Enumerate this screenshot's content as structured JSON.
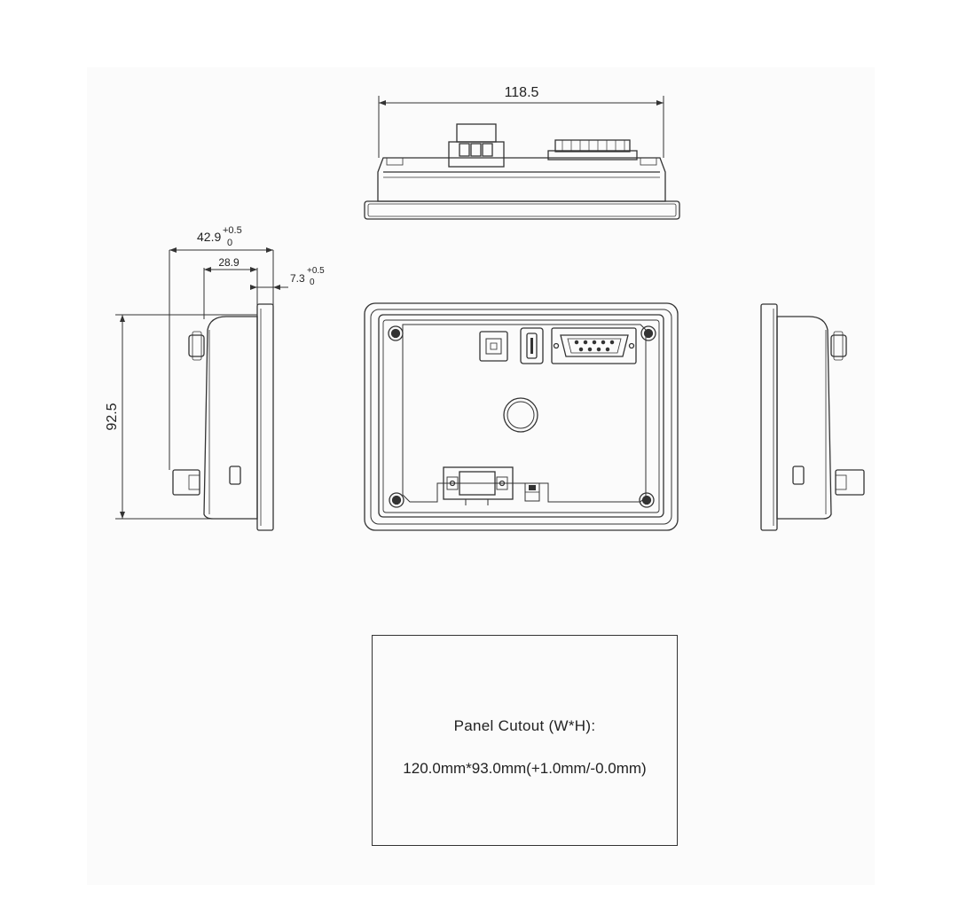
{
  "dimensions": {
    "width_top": "118.5",
    "depth_total": "42.9",
    "depth_total_tol_plus": "+0.5",
    "depth_total_tol_minus": "0",
    "depth_body": "28.9",
    "bezel_thickness": "7.3",
    "bezel_tol_plus": "+0.5",
    "bezel_tol_minus": "0",
    "height_side": "92.5"
  },
  "cutout": {
    "title": "Panel Cutout (W*H):",
    "size": "120.0mm*93.0mm(+1.0mm/-0.0mm)"
  }
}
